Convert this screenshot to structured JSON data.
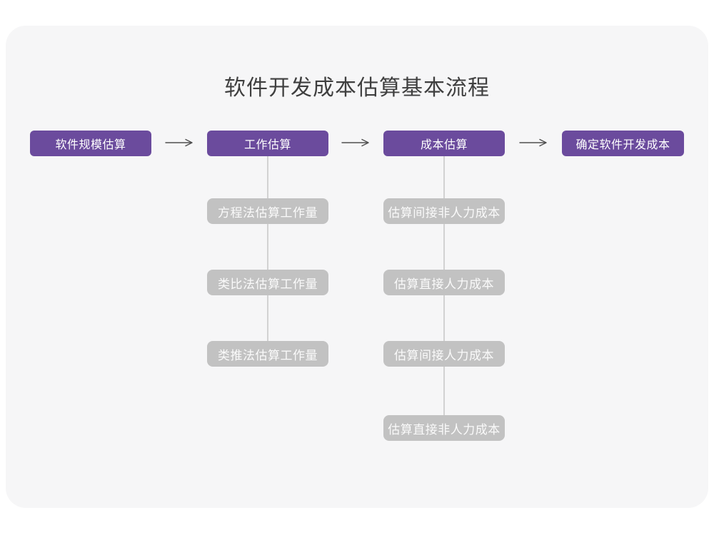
{
  "page": {
    "title": "软件开发成本估算基本流程"
  },
  "colors": {
    "card_background": "#F6F6F7",
    "primary_node_purple": "#6B4B9D",
    "secondary_node_gray": "#C2C2C2",
    "connector_gray": "#D2D2D2",
    "arrow_dark_gray": "#4E4E4E",
    "title_text": "#3F3F3F",
    "node_text": "#FFFFFF"
  },
  "flow": {
    "steps": [
      {
        "label": "软件规模估算"
      },
      {
        "label": "工作估算"
      },
      {
        "label": "成本估算"
      },
      {
        "label": "确定软件开发成本"
      }
    ],
    "arrow_icon": "right-arrow"
  },
  "work_estimation_methods": {
    "parent_step": "工作估算",
    "items": [
      {
        "label": "方程法估算工作量"
      },
      {
        "label": "类比法估算工作量"
      },
      {
        "label": "类推法估算工作量"
      }
    ]
  },
  "cost_estimation_items": {
    "parent_step": "成本估算",
    "items": [
      {
        "label": "估算间接非人力成本"
      },
      {
        "label": "估算直接人力成本"
      },
      {
        "label": "估算间接人力成本"
      },
      {
        "label": "估算直接非人力成本"
      }
    ]
  }
}
